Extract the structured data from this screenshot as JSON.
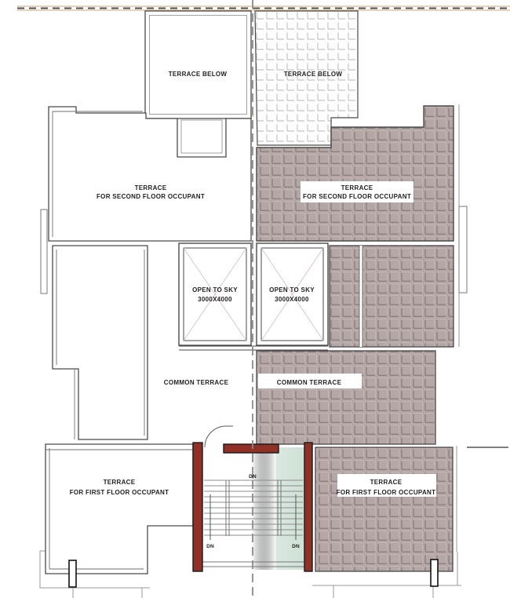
{
  "drawing": {
    "kind": "architectural terrace floor plan",
    "labels": {
      "terrace_below_left": "TERRACE BELOW",
      "terrace_below_right": "TERRACE BELOW",
      "second_floor_left_l1": "TERRACE",
      "second_floor_left_l2": "FOR SECOND FLOOR OCCUPANT",
      "second_floor_right_l1": "TERRACE",
      "second_floor_right_l2": "FOR SECOND FLOOR OCCUPANT",
      "open_sky_left_l1": "OPEN TO SKY",
      "open_sky_left_l2": "3000X4000",
      "open_sky_right_l1": "OPEN TO SKY",
      "open_sky_right_l2": "3000X4000",
      "common_left": "COMMON TERRACE",
      "common_right": "COMMON TERRACE",
      "first_floor_left_l1": "TERRACE",
      "first_floor_left_l2": "FOR FIRST FLOOR OCCUPANT",
      "first_floor_right_l1": "TERRACE",
      "first_floor_right_l2": "FOR FIRST FLOOR OCCUPANT",
      "dn_top": "DN",
      "dn_left": "DN",
      "dn_right": "DN"
    },
    "colors": {
      "tile_mauve": "#b4a7a5",
      "tile_grout": "#8d7f81",
      "tile_light_grout": "#c6c6c6",
      "stair_wall_red": "#8f3126",
      "stair_shaft_teal": "#d2e3da",
      "boundary_tan": "#d8b990",
      "open_sky_cross_pink": "#dcc3cf",
      "wall_line": "#4a4a4a"
    }
  }
}
